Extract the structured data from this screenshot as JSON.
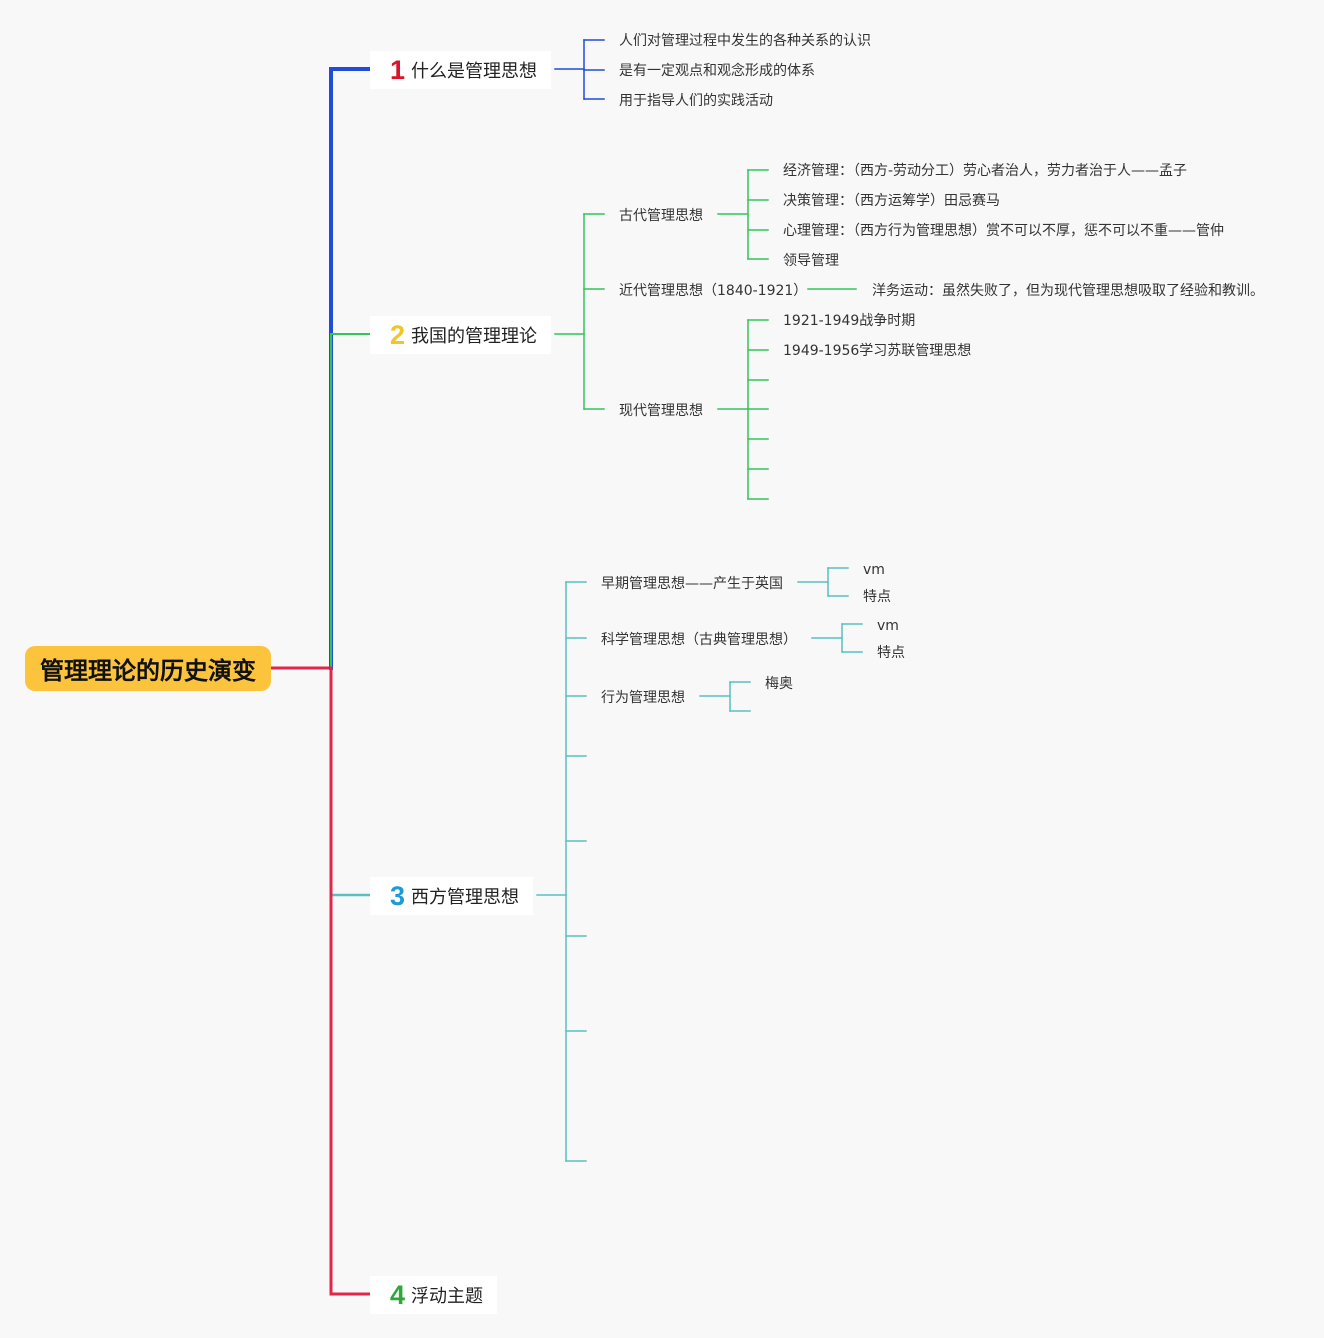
{
  "root": {
    "label": "管理理论的历史演变"
  },
  "colors": {
    "branch1": "#1e4ed8",
    "branch2": "#33c45a",
    "branch3": "#5bbfbf",
    "branch4": "#e0264a",
    "root_fill": "#fcc33d"
  },
  "branches": [
    {
      "num": "1",
      "num_color": "#d9142b",
      "label": "什么是管理思想",
      "children": [
        {
          "label": "人们对管理过程中发生的各种关系的认识"
        },
        {
          "label": "是有一定观点和观念形成的体系"
        },
        {
          "label": "用于指导人们的实践活动"
        }
      ]
    },
    {
      "num": "2",
      "num_color": "#f2c526",
      "label": "我国的管理理论",
      "children": [
        {
          "label": "古代管理思想",
          "children": [
            {
              "label": "经济管理：（西方-劳动分工）劳心者治人，劳力者治于人——孟子"
            },
            {
              "label": "决策管理：（西方运筹学）田忌赛马"
            },
            {
              "label": "心理管理：（西方行为管理思想）赏不可以不厚，惩不可以不重——管仲"
            },
            {
              "label": "领导管理"
            }
          ]
        },
        {
          "label": "近代管理思想（1840-1921）",
          "children": [
            {
              "label": "洋务运动：虽然失败了，但为现代管理思想吸取了经验和教训。"
            }
          ]
        },
        {
          "label": "现代管理思想",
          "children": [
            {
              "label": "1921-1949战争时期"
            },
            {
              "label": "1949-1956学习苏联管理思想"
            },
            {
              "label": ""
            },
            {
              "label": ""
            },
            {
              "label": ""
            },
            {
              "label": ""
            },
            {
              "label": ""
            }
          ]
        }
      ]
    },
    {
      "num": "3",
      "num_color": "#1a9ad6",
      "label": "西方管理思想",
      "children": [
        {
          "label": "早期管理思想——产生于英国",
          "children": [
            {
              "label": "vm"
            },
            {
              "label": "特点"
            }
          ]
        },
        {
          "label": "科学管理思想（古典管理思想）",
          "children": [
            {
              "label": "vm"
            },
            {
              "label": "特点"
            }
          ]
        },
        {
          "label": "行为管理思想",
          "children": [
            {
              "label": "梅奥"
            },
            {
              "label": ""
            }
          ]
        },
        {
          "label": ""
        },
        {
          "label": ""
        },
        {
          "label": ""
        },
        {
          "label": ""
        },
        {
          "label": ""
        }
      ]
    },
    {
      "num": "4",
      "num_color": "#2ea83c",
      "label": "浮动主题",
      "children": []
    }
  ]
}
